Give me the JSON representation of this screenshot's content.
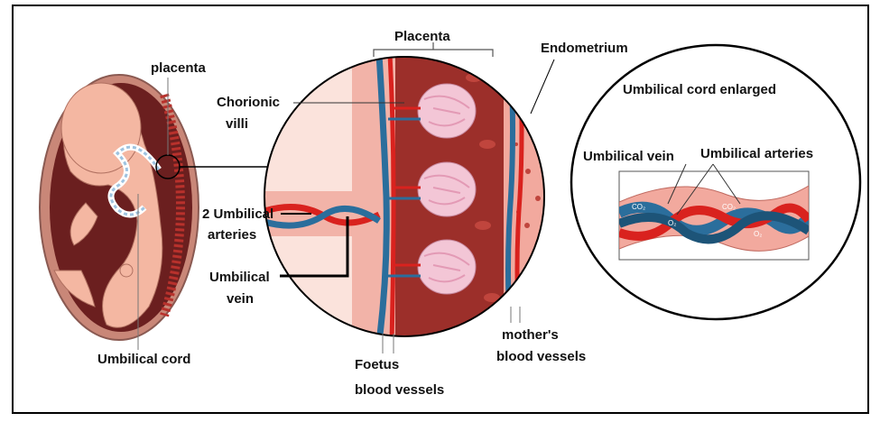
{
  "labels": {
    "placenta_small": "placenta",
    "placenta_header": "Placenta",
    "endometrium": "Endometrium",
    "chorionic_line1": "Chorionic",
    "chorionic_line2": "villi",
    "umbilical_arteries_line1": "2 Umbilical",
    "umbilical_arteries_line2": "arteries",
    "umbilical_vein_line1": "Umbilical",
    "umbilical_vein_line2": "vein",
    "umbilical_cord": "Umbilical cord",
    "foetus_line1": "Foetus",
    "foetus_line2": "blood vessels",
    "mothers_line1": "mother's",
    "mothers_line2": "blood vessels",
    "enlarged_title": "Umbilical cord enlarged",
    "enlarged_vein": "Umbilical vein",
    "enlarged_arteries": "Umbilical arteries",
    "gas_co2": "CO₂",
    "gas_o2": "O₂"
  },
  "colors": {
    "artery_red": "#d9221e",
    "vein_blue": "#2b6e9c",
    "placenta_maroon": "#9c2f2a",
    "tissue_pink": "#f2b3a8",
    "villi_pink": "#f3c6d6",
    "fetus_skin": "#f4b7a2",
    "uterus_dark": "#6b1f1f"
  }
}
